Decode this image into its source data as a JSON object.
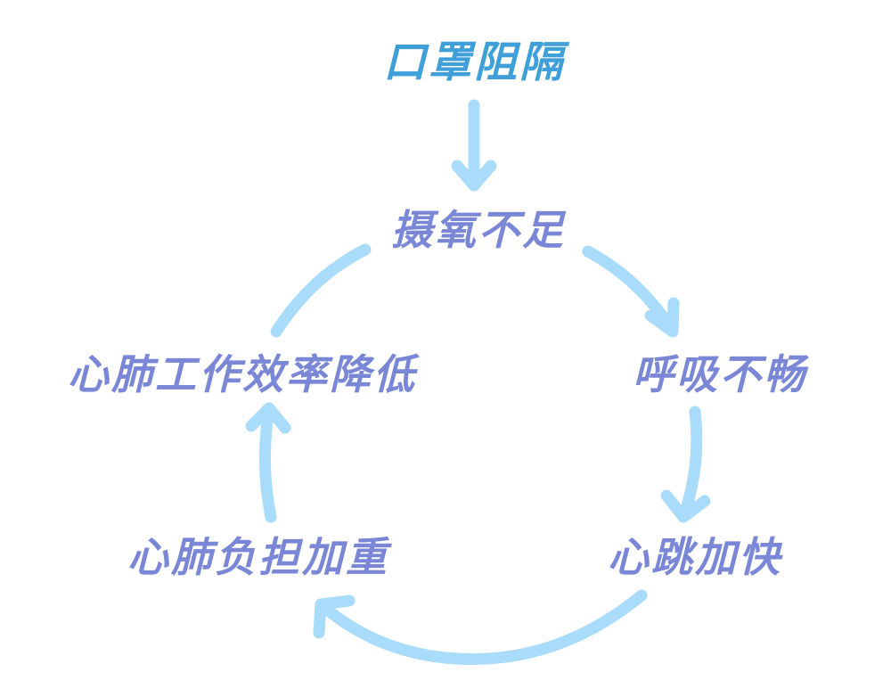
{
  "diagram": {
    "source": {
      "label": "口罩阻隔",
      "color": "#3f9fd8"
    },
    "cycle_color": "#7a86d6",
    "arrow_color": "#a9dcfb",
    "cycle": [
      {
        "id": "oxygen",
        "label": "摄氧不足"
      },
      {
        "id": "breath",
        "label": "呼吸不畅"
      },
      {
        "id": "heart",
        "label": "心跳加快"
      },
      {
        "id": "burden",
        "label": "心肺负担加重"
      },
      {
        "id": "efficiency",
        "label": "心肺工作效率降低"
      }
    ],
    "edges": [
      {
        "from": "source",
        "to": "oxygen"
      },
      {
        "from": "oxygen",
        "to": "breath"
      },
      {
        "from": "breath",
        "to": "heart"
      },
      {
        "from": "heart",
        "to": "burden"
      },
      {
        "from": "burden",
        "to": "efficiency"
      },
      {
        "from": "efficiency",
        "to": "oxygen"
      }
    ]
  }
}
